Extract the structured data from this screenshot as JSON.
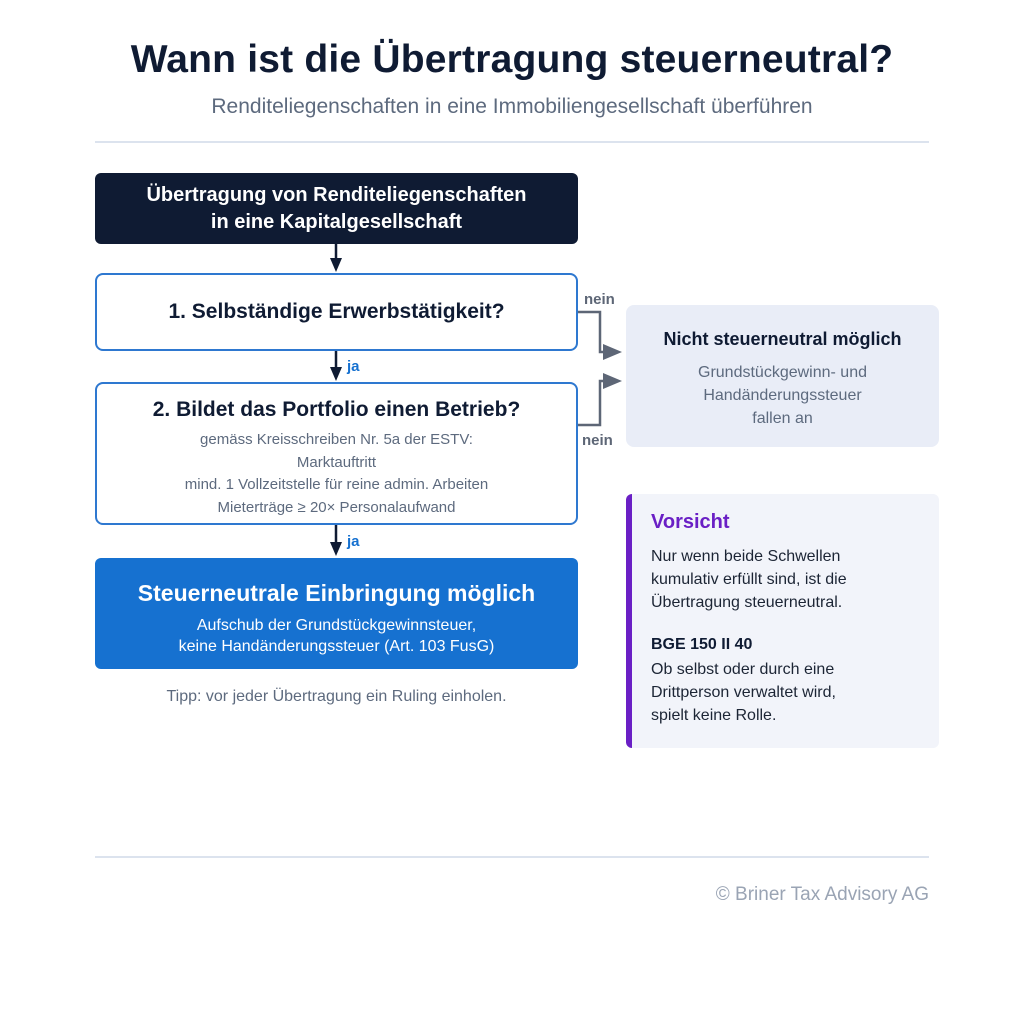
{
  "header": {
    "title": "Wann ist die Übertragung steuerneutral?",
    "subtitle": "Renditeliegenschaften in eine Immobiliengesellschaft überführen"
  },
  "flow": {
    "start": {
      "line1": "Übertragung von Renditeliegenschaften",
      "line2": "in eine Kapitalgesellschaft"
    },
    "q1": {
      "title": "1. Selbständige Erwerbstätigkeit?"
    },
    "q2": {
      "title": "2. Bildet das Portfolio einen Betrieb?",
      "details": [
        "gemäss Kreisschreiben Nr. 5a der ESTV:",
        "Marktauftritt",
        "mind. 1 Vollzeitstelle für reine admin. Arbeiten",
        "Mieterträge ≥ 20× Personalaufwand"
      ]
    },
    "yes_label": "ja",
    "no_label": "nein",
    "result_yes": {
      "title": "Steuerneutrale Einbringung möglich",
      "line1": "Aufschub der Grundstückgewinnsteuer,",
      "line2": "keine Handänderungssteuer (Art. 103 FusG)"
    },
    "result_no": {
      "title": "Nicht steuerneutral möglich",
      "line1": "Grundstückgewinn- und",
      "line2": "Handänderungssteuer",
      "line3": "fallen an"
    },
    "tip": "Tipp: vor jeder Übertragung ein Ruling einholen."
  },
  "note": {
    "heading": "Vorsicht",
    "text_lines": [
      "Nur wenn beide Schwellen",
      "kumulativ erfüllt sind, ist die",
      "Übertragung steuerneutral."
    ],
    "ref_heading": "BGE 150 II 40",
    "ref_lines": [
      "Ob selbst oder durch eine",
      "Drittperson verwaltet wird,",
      "spielt keine Rolle."
    ]
  },
  "footer": {
    "copyright": "© Briner Tax Advisory AG"
  },
  "colors": {
    "navy": "#0f1b33",
    "blue": "#1671d0",
    "outline_blue": "#2e78d0",
    "grey_box": "#e9edf7",
    "accent_purple": "#6a1fc5",
    "connector_grey": "#5d6676"
  }
}
